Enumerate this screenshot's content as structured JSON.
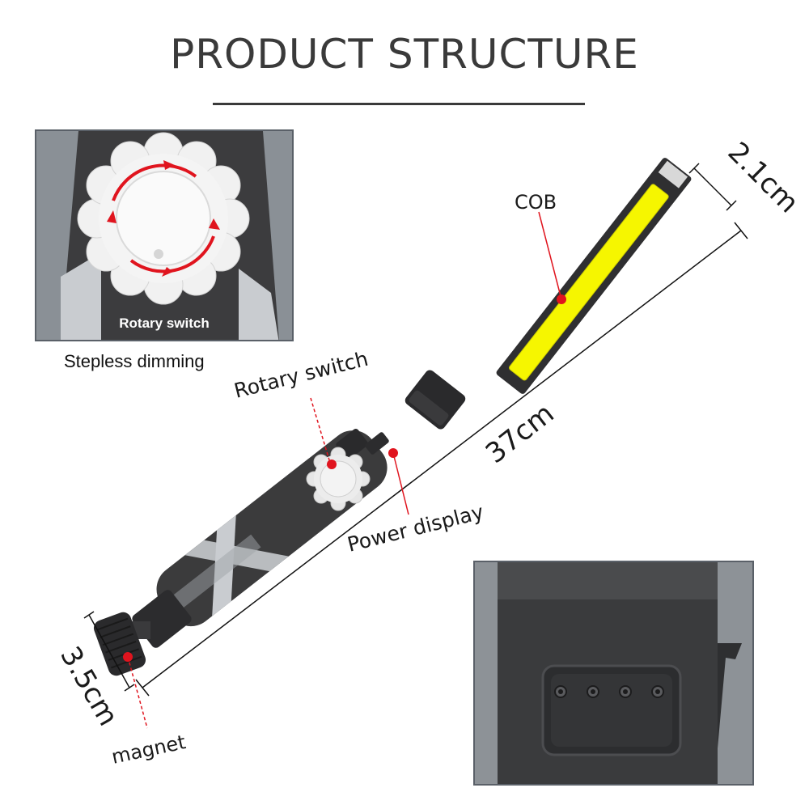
{
  "title": "PRODUCT STRUCTURE",
  "inset_top": {
    "label": "Rotary switch",
    "caption": "Stepless dimming"
  },
  "callouts": {
    "cob": "COB",
    "rotary_switch": "Rotary switch",
    "power_display": "Power display",
    "magnet": "magnet"
  },
  "dimensions": {
    "width": "2.1cm",
    "length": "37cm",
    "base": "3.5cm"
  },
  "colors": {
    "accent_red": "#e0141e",
    "cob_yellow": "#f6f600",
    "body_dark": "#3b3b3c"
  }
}
